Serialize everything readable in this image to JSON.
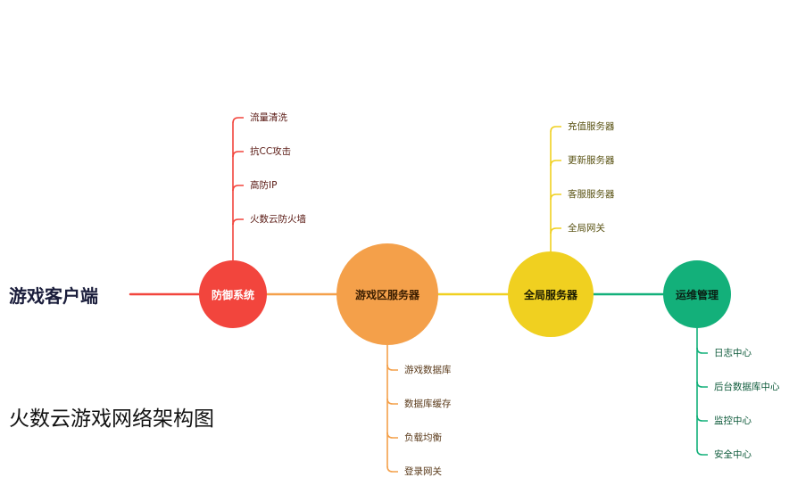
{
  "root": {
    "label": "游戏客户端"
  },
  "title": "火数云游戏网络架构图",
  "colors": {
    "defense": "#f2453d",
    "game_zone": "#f4a04a",
    "global": "#f0d020",
    "ops": "#13b07a"
  },
  "branches": [
    {
      "id": "defense",
      "label": "防御系统",
      "color": "#f2453d",
      "text_color": "#ffffff",
      "leaf_text_color": "#5a1a14",
      "leaves": [
        "流量清洗",
        "抗CC攻击",
        "高防IP",
        "火数云防火墙"
      ]
    },
    {
      "id": "game_zone",
      "label": "游戏区服务器",
      "color": "#f4a04a",
      "text_color": "#3a1d00",
      "leaf_text_color": "#5a3a1a",
      "leaves": [
        "游戏数据库",
        "数据库缓存",
        "负载均衡",
        "登录网关"
      ]
    },
    {
      "id": "global",
      "label": "全局服务器",
      "color": "#f0d020",
      "text_color": "#1a1a00",
      "leaf_text_color": "#5a5314",
      "leaves": [
        "充值服务器",
        "更新服务器",
        "客服服务器",
        "全局网关"
      ]
    },
    {
      "id": "ops",
      "label": "运维管理",
      "color": "#13b07a",
      "text_color": "#0a1f14",
      "leaf_text_color": "#0d5a3a",
      "leaves": [
        "日志中心",
        "后台数据库中心",
        "监控中心",
        "安全中心"
      ]
    }
  ]
}
